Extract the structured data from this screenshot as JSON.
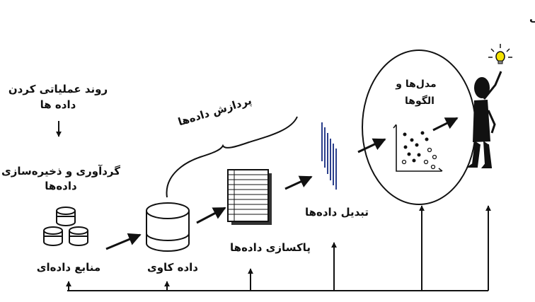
{
  "labels": {
    "interpretation": "تفسیر و ارزیابی",
    "operationalize_line1": "روند عملیاتی کردن",
    "operationalize_line2": "داده ها",
    "collect_line1": "گردآوری و ذخیره‌سازی",
    "collect_line2": "داده‌ها",
    "processing": "پردازش داده‌ها",
    "models_line1": "مدل‌ها و",
    "models_line2": "الگوها",
    "transformation": "تبدیل داده‌ها",
    "cleaning": "پاکسازی داده‌ها",
    "data_sources": "منابع داده‌ای",
    "data_mining": "داده کاوی"
  },
  "icons": {
    "sources": "database-stack-icon",
    "mining": "cylinder-database-icon",
    "cleaning": "table-sheet-icon",
    "transformation": "vertical-lines-icon",
    "models": "scatter-plot-icon",
    "person": "person-idea-icon"
  },
  "colors": {
    "ink": "#111111",
    "accent_blue": "#2b3f8c",
    "bulb_yellow": "#f5e300"
  }
}
